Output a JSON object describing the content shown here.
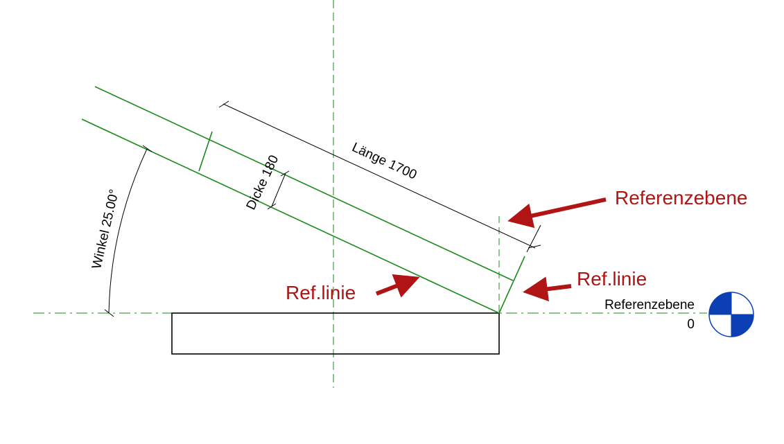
{
  "colors": {
    "green": "#1a8a1a",
    "annotation": "#b01414",
    "black": "#000000",
    "level_marker": "#0b3fb3"
  },
  "dimensions": {
    "length_label": "Länge 1700",
    "thickness_label": "Dicke 180",
    "angle_label": "Winkel 25.00°"
  },
  "annotations": {
    "ref_plane_vertical": "Referenzebene",
    "ref_line_left": "Ref.linie",
    "ref_line_right": "Ref.linie"
  },
  "level": {
    "name": "Referenzebene",
    "elevation": "0",
    "icon": "level-marker-icon"
  }
}
